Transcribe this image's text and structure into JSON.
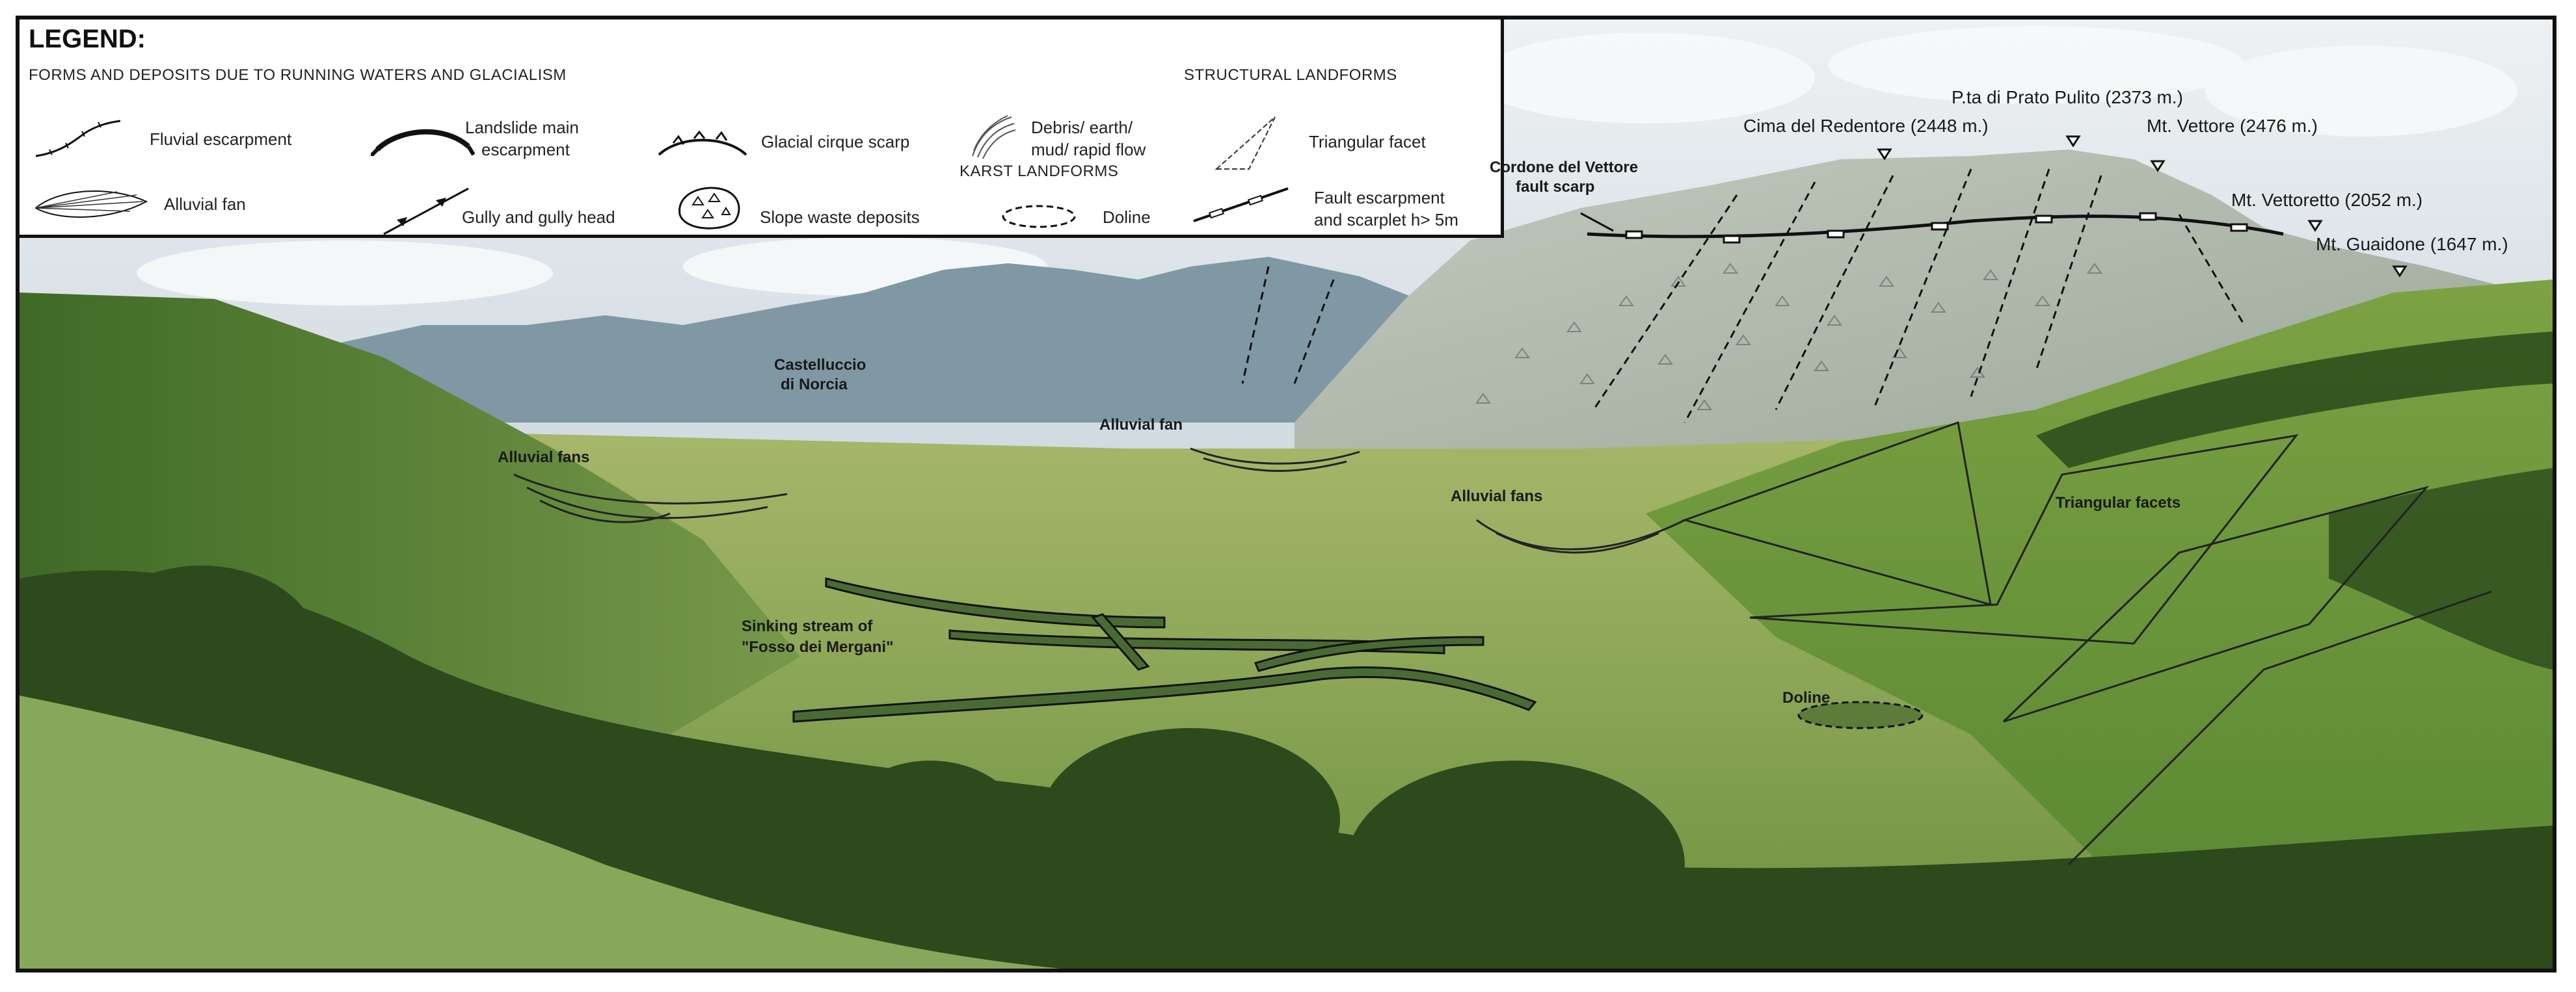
{
  "legend": {
    "title": "LEGEND:",
    "section_running": "FORMS AND DEPOSITS DUE TO RUNNING WATERS AND GLACIALISM",
    "section_structural": "STRUCTURAL LANDFORMS",
    "section_karst": "KARST LANDFORMS",
    "items": {
      "fluvial_escarpment": "Fluvial escarpment",
      "alluvial_fan": "Alluvial fan",
      "landslide_main_1": "Landslide main",
      "landslide_main_2": "escarpment",
      "gully": "Gully and gully head",
      "glacial_cirque": "Glacial cirque scarp",
      "slope_waste": "Slope waste deposits",
      "debris_1": "Debris/ earth/",
      "debris_2": "mud/ rapid flow",
      "doline": "Doline",
      "triangular_facet": "Triangular facet",
      "fault_1": "Fault escarpment",
      "fault_2": "and scarplet h> 5m"
    }
  },
  "peaks": {
    "prato_pulito": "P.ta di Prato Pulito (2373 m.)",
    "redentore": "Cima del Redentore (2448 m.)",
    "vettore": "Mt. Vettore (2476 m.)",
    "vettoretto": "Mt. Vettoretto (2052 m.)",
    "guaidone": "Mt. Guaidone (1647 m.)"
  },
  "labels": {
    "cordone_1": "Cordone del Vettore",
    "cordone_2": "fault scarp",
    "castelluccio_1": "Castelluccio",
    "castelluccio_2": "di Norcia",
    "alluvial_fan": "Alluvial fan",
    "alluvial_fans_left": "Alluvial fans",
    "alluvial_fans_right": "Alluvial fans",
    "triangular_facets": "Triangular facets",
    "sinking_1": "Sinking stream of",
    "sinking_2": "\"Fosso dei Mergani\"",
    "doline": "Doline"
  },
  "colors": {
    "sky": "#dfe6ec",
    "mountain_far": "#7f98a4",
    "mountain_main": "#b7bfb5",
    "plain": "#8da558",
    "hills": "#5f8a35",
    "forest": "#2c4a1c",
    "stream_fill": "#4a6a34",
    "line": "#111111"
  }
}
